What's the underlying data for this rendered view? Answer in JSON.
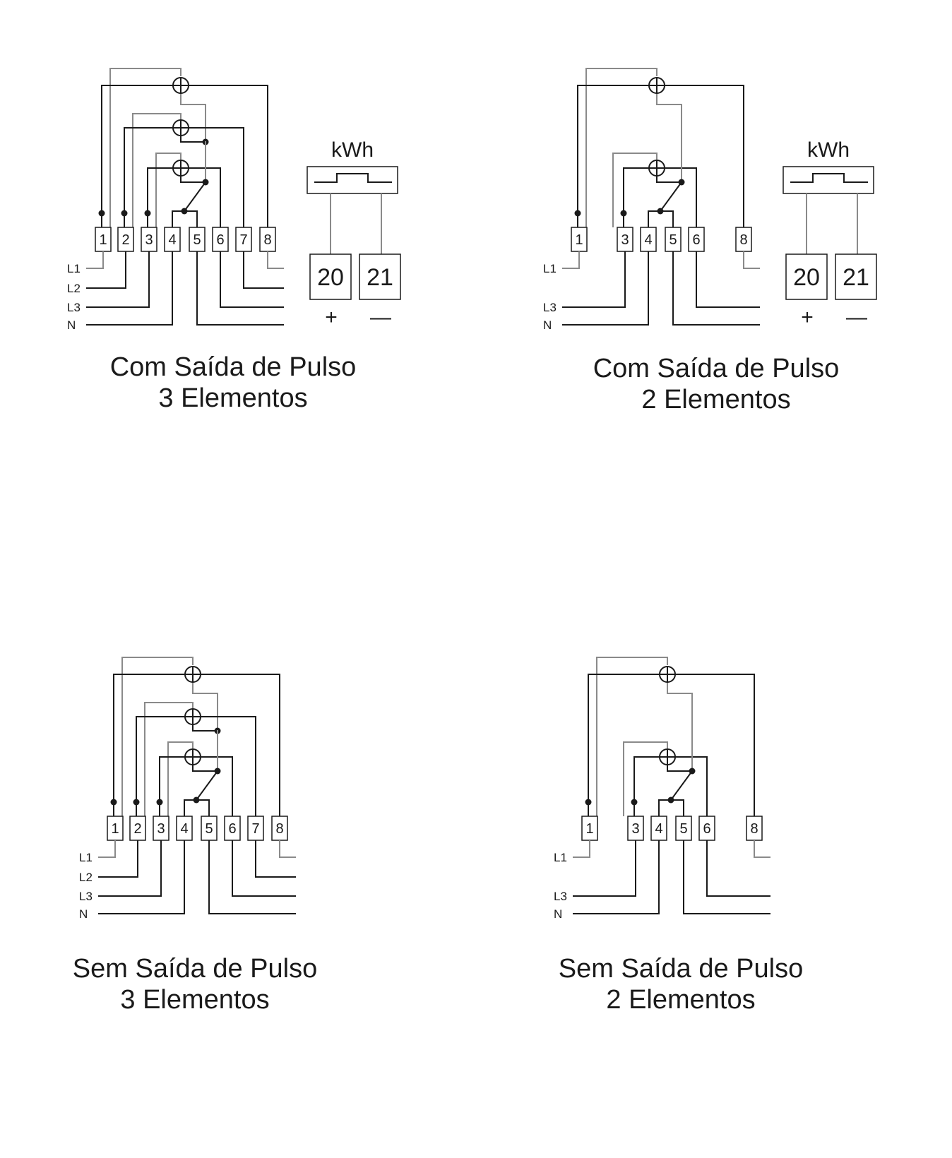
{
  "diagrams": [
    {
      "caption_line1": "Com Saída de Pulso",
      "caption_line2": "3 Elementos",
      "terminals": [
        "1",
        "2",
        "3",
        "4",
        "5",
        "6",
        "7",
        "8"
      ],
      "line_labels": [
        "L1",
        "L2",
        "L3",
        "N"
      ],
      "has_pulse": true,
      "meter_label": "kWh",
      "pulse_terminals": [
        "20",
        "21"
      ],
      "pulse_signs": [
        "+",
        "—"
      ]
    },
    {
      "caption_line1": "Com Saída de Pulso",
      "caption_line2": "2 Elementos",
      "terminals": [
        "1",
        "3",
        "4",
        "5",
        "6",
        "8"
      ],
      "line_labels": [
        "L1",
        "L3",
        "N"
      ],
      "has_pulse": true,
      "meter_label": "kWh",
      "pulse_terminals": [
        "20",
        "21"
      ],
      "pulse_signs": [
        "+",
        "—"
      ]
    },
    {
      "caption_line1": "Sem Saída de Pulso",
      "caption_line2": "3 Elementos",
      "terminals": [
        "1",
        "2",
        "3",
        "4",
        "5",
        "6",
        "7",
        "8"
      ],
      "line_labels": [
        "L1",
        "L2",
        "L3",
        "N"
      ],
      "has_pulse": false
    },
    {
      "caption_line1": "Sem Saída de Pulso",
      "caption_line2": "2 Elementos",
      "terminals": [
        "1",
        "3",
        "4",
        "5",
        "6",
        "8"
      ],
      "line_labels": [
        "L1",
        "L3",
        "N"
      ],
      "has_pulse": false
    }
  ]
}
